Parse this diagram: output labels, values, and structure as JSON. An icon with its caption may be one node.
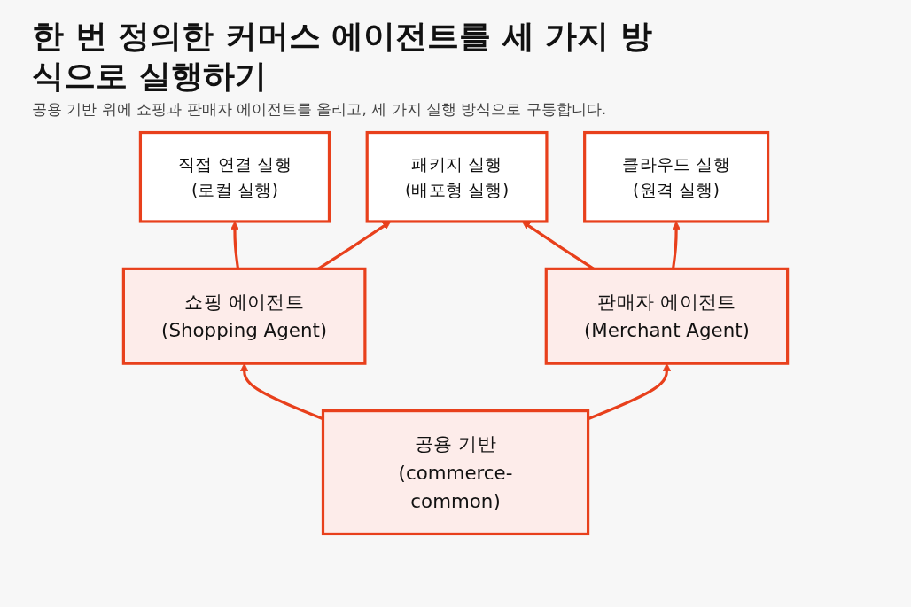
{
  "diagram": {
    "title": "한 번 정의한 커머스 에이전트를 세 가지 방식으로 실행하기",
    "caption": "공용 기반 위에 쇼핑과 판매자 에이전트를 올리고, 세 가지 실행 방식으로 구동합니다.",
    "nodes": [
      {
        "text": [
          "직접 연결 실행",
          "(로컬 실행)"
        ]
      },
      {
        "text": [
          "패키지 실행",
          "(배포형 실행)"
        ]
      },
      {
        "text": [
          "클라우드 실행",
          "(원격 실행)"
        ]
      },
      {
        "text": [
          "쇼핑 에이전트",
          "(Shopping Agent)"
        ]
      },
      {
        "text": [
          "판매자 에이전트",
          "(Merchant Agent)"
        ]
      },
      {
        "text": [
          "공용 기반",
          "(commerce-common)"
        ]
      }
    ],
    "edges": [
      {
        "from": 5,
        "to": 3,
        "arrow": "to"
      },
      {
        "from": 5,
        "to": 4,
        "arrow": "to"
      },
      {
        "from": 3,
        "to": 0,
        "arrow": "to"
      },
      {
        "from": 3,
        "to": 1,
        "arrow": "to"
      },
      {
        "from": 4,
        "to": 1,
        "arrow": "to"
      },
      {
        "from": 4,
        "to": 2,
        "arrow": "to"
      }
    ]
  }
}
